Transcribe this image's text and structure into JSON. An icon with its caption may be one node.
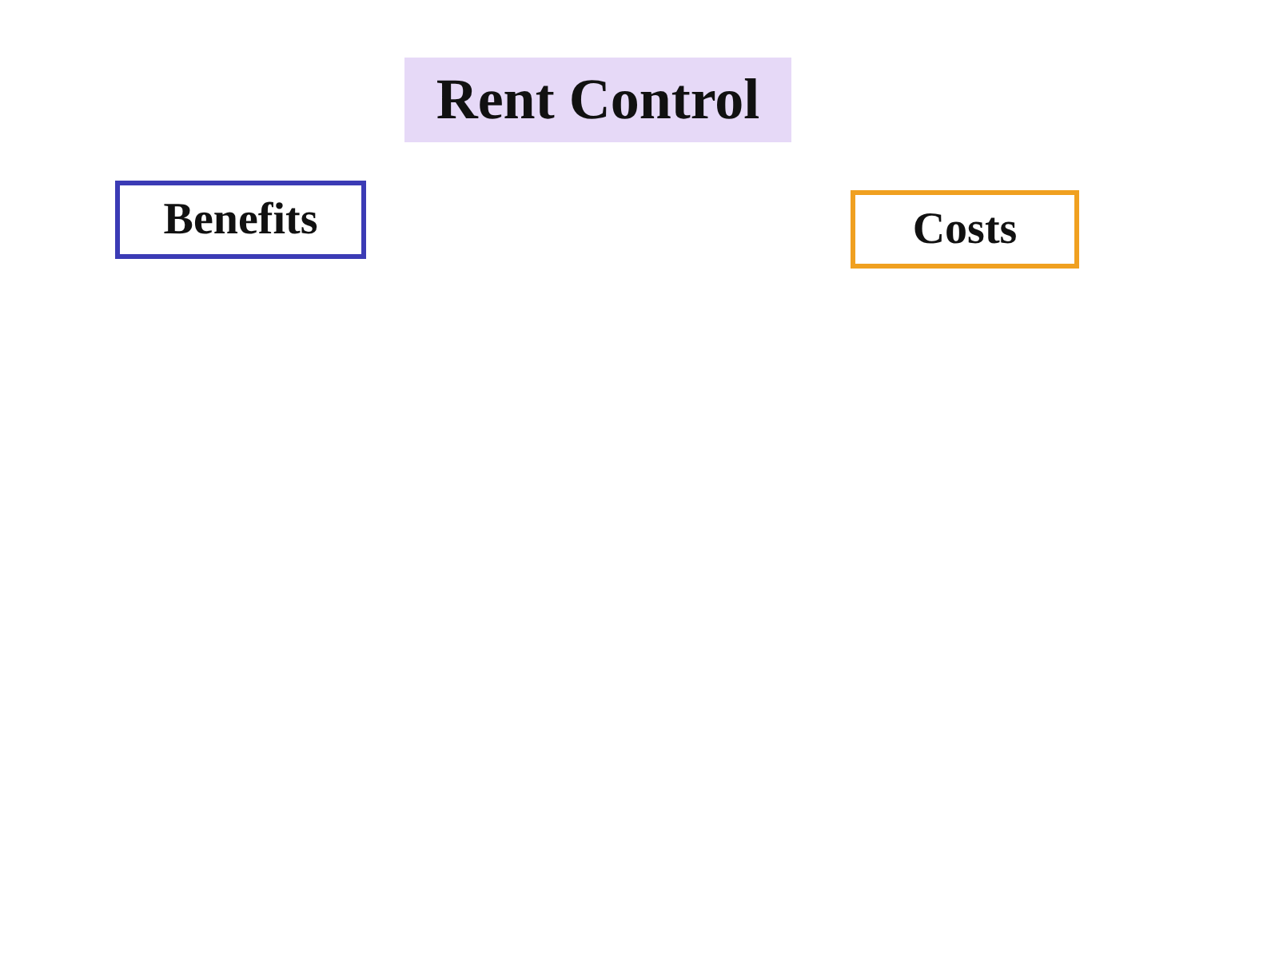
{
  "diagram": {
    "title": "Rent Control",
    "nodes": [
      {
        "text": [
          "Benefits"
        ]
      },
      {
        "text": [
          "Costs"
        ]
      }
    ]
  }
}
